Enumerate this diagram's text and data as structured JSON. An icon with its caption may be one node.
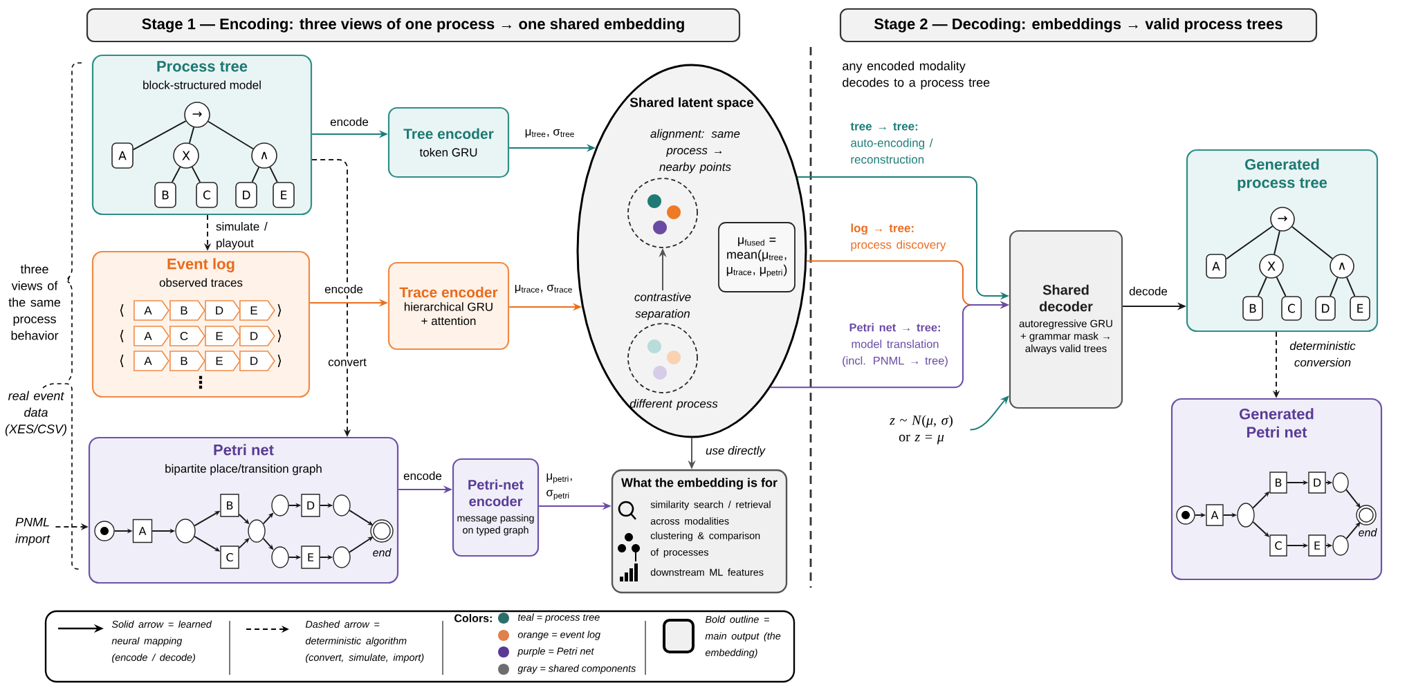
{
  "diagram": {
    "nodes": [
      {
        "text": [
          "Stage 1 — Encoding: three views of one process → one shared embedding"
        ]
      },
      {
        "text": [
          "Process tree",
          "block-structured model"
        ]
      },
      {
        "text": [
          "→"
        ],
        "in": 1
      },
      {
        "text": [
          "A"
        ],
        "in": 1
      },
      {
        "text": [
          "X"
        ],
        "in": 1
      },
      {
        "text": [
          "∧"
        ],
        "in": 1
      },
      {
        "text": [
          "B"
        ],
        "in": 1
      },
      {
        "text": [
          "C"
        ],
        "in": 1
      },
      {
        "text": [
          "D"
        ],
        "in": 1
      },
      {
        "text": [
          "E"
        ],
        "in": 1
      },
      {
        "text": [
          "Tree encoder",
          "token GRU"
        ]
      },
      {
        "text": [
          "Shared latent space"
        ]
      },
      {
        "text": [],
        "shape": "circle",
        "in": 11,
        "beside": [
          "alignment: same process → nearby points"
        ]
      },
      {
        "text": [],
        "shape": "circle",
        "in": 11,
        "beside": [
          "different process"
        ]
      },
      {
        "text": [
          "μ$_{fused}$ = mean(μ$_{tree}$, μ$_{trace}$, μ$_{petri}$)"
        ],
        "in": 11
      },
      {
        "text": [
          "Event log",
          "observed traces"
        ]
      },
      {
        "text": [
          "A"
        ],
        "in": 15
      },
      {
        "text": [
          "B"
        ],
        "in": 15
      },
      {
        "text": [
          "D"
        ],
        "in": 15
      },
      {
        "text": [
          "E"
        ],
        "in": 15
      },
      {
        "text": [
          "A"
        ],
        "in": 15
      },
      {
        "text": [
          "C"
        ],
        "in": 15
      },
      {
        "text": [
          "E"
        ],
        "in": 15
      },
      {
        "text": [
          "D"
        ],
        "in": 15
      },
      {
        "text": [
          "A"
        ],
        "in": 15
      },
      {
        "text": [
          "B"
        ],
        "in": 15
      },
      {
        "text": [
          "E"
        ],
        "in": 15
      },
      {
        "text": [
          "D"
        ],
        "in": 15
      },
      {
        "text": [
          "Trace encoder",
          "hierarchical GRU + attention"
        ]
      },
      {
        "text": [
          "PNML import"
        ]
      },
      {
        "text": [
          "Petri net",
          "bipartite place/transition graph"
        ]
      },
      {
        "text": [],
        "shape": "circle",
        "in": 30
      },
      {
        "text": [
          "A"
        ],
        "in": 30
      },
      {
        "text": [],
        "shape": "circle",
        "in": 30
      },
      {
        "text": [
          "B"
        ],
        "in": 30
      },
      {
        "text": [
          "C"
        ],
        "in": 30
      },
      {
        "text": [],
        "shape": "circle",
        "in": 30
      },
      {
        "text": [],
        "shape": "circle",
        "in": 30
      },
      {
        "text": [
          "D"
        ],
        "in": 30
      },
      {
        "text": [],
        "shape": "circle",
        "in": 30
      },
      {
        "text": [],
        "shape": "circle",
        "in": 30
      },
      {
        "text": [
          "E"
        ],
        "in": 30
      },
      {
        "text": [],
        "shape": "circle",
        "in": 30
      },
      {
        "text": [],
        "shape": "circle",
        "in": 30,
        "beside": [
          "end"
        ]
      },
      {
        "text": [
          "Petri-net encoder",
          "message passing on typed graph"
        ]
      },
      {
        "text": [
          "What the embedding is for",
          "similarity search / retrieval across modalities",
          "clustering & comparison of processes",
          "downstream ML features"
        ]
      },
      {
        "text": [
          "Stage 2 — Decoding: embeddings → valid process trees"
        ]
      },
      {
        "text": [
          "Shared decoder",
          "autoregressive GRU + grammar mask → always valid trees"
        ]
      },
      {
        "text": [
          "Generated process tree"
        ]
      },
      {
        "text": [
          "→"
        ],
        "in": 48
      },
      {
        "text": [
          "A"
        ],
        "in": 48
      },
      {
        "text": [
          "X"
        ],
        "in": 48
      },
      {
        "text": [
          "∧"
        ],
        "in": 48
      },
      {
        "text": [
          "B"
        ],
        "in": 48
      },
      {
        "text": [
          "C"
        ],
        "in": 48
      },
      {
        "text": [
          "D"
        ],
        "in": 48
      },
      {
        "text": [
          "E"
        ],
        "in": 48
      },
      {
        "text": [
          "*z* ~ *N*(*μ*, *σ*)",
          "or *z* = *μ*"
        ]
      },
      {
        "text": [
          "Generated Petri net"
        ]
      },
      {
        "text": [],
        "shape": "circle",
        "in": 58
      },
      {
        "text": [
          "A"
        ],
        "in": 58
      },
      {
        "text": [],
        "shape": "circle",
        "in": 58
      },
      {
        "text": [
          "B"
        ],
        "in": 58
      },
      {
        "text": [
          "D"
        ],
        "in": 58
      },
      {
        "text": [],
        "shape": "circle",
        "in": 58
      },
      {
        "text": [
          "C"
        ],
        "in": 58
      },
      {
        "text": [
          "E"
        ],
        "in": 58
      },
      {
        "text": [],
        "shape": "circle",
        "in": 58
      },
      {
        "text": [],
        "shape": "circle",
        "in": 58,
        "beside": [
          "end"
        ]
      }
    ],
    "edges": [
      {
        "from": 1,
        "to": 10,
        "arrow": "to",
        "label": "encode",
        "color": "#1d7d78"
      },
      {
        "from": 10,
        "to": 11,
        "arrow": "to",
        "label": "μ$_{tree}$, σ$_{tree}$",
        "color": "#1d7d78"
      },
      {
        "from": 1,
        "to": 15,
        "arrow": "to",
        "label": "simulate / playout",
        "style": "dashed"
      },
      {
        "from": 1,
        "to": 30,
        "arrow": "to",
        "label": "convert",
        "style": "dashed"
      },
      {
        "from": 15,
        "to": 28,
        "arrow": "to",
        "label": "encode",
        "color": "#ea6d1e"
      },
      {
        "from": 28,
        "to": 11,
        "arrow": "to",
        "label": "μ$_{trace}$, σ$_{trace}$",
        "color": "#ea6d1e"
      },
      {
        "from": 29,
        "to": 30,
        "arrow": "to",
        "style": "dashed"
      },
      {
        "from": 30,
        "to": 44,
        "arrow": "to",
        "label": "encode",
        "color": "#6a4aa6"
      },
      {
        "from": 44,
        "to": 45,
        "arrow": "to",
        "label": "μ$_{petri}$, σ$_{petri}$",
        "color": "#6a4aa6"
      },
      {
        "from": 11,
        "to": 45,
        "arrow": "to",
        "label": "use directly",
        "color": "#555555"
      },
      {
        "from": 12,
        "to": 13,
        "arrow": "both",
        "label": "contrastive separation",
        "color": "#555555"
      },
      {
        "from": 11,
        "to": 47,
        "arrow": "to",
        "label": "**tree → tree:** auto-encoding / reconstruction",
        "color": "#1d7d78"
      },
      {
        "from": 11,
        "to": 47,
        "arrow": "to",
        "label": "**log → tree:** process discovery",
        "color": "#ea6d1e"
      },
      {
        "from": 11,
        "to": 47,
        "arrow": "to",
        "label": "**Petri net → tree:** model translation (incl. PNML → tree)",
        "color": "#6a4aa6"
      },
      {
        "from": 57,
        "to": 47,
        "arrow": "to",
        "color": "#1d7d78"
      },
      {
        "from": 47,
        "to": 48,
        "arrow": "to",
        "label": "decode"
      },
      {
        "from": 48,
        "to": 58,
        "arrow": "to",
        "label": "deterministic conversion",
        "style": "dashed"
      },
      {
        "from": 2,
        "to": 3,
        "arrow": "none"
      },
      {
        "from": 2,
        "to": 4,
        "arrow": "none"
      },
      {
        "from": 2,
        "to": 5,
        "arrow": "none"
      },
      {
        "from": 4,
        "to": 6,
        "arrow": "none"
      },
      {
        "from": 4,
        "to": 7,
        "arrow": "none"
      },
      {
        "from": 5,
        "to": 8,
        "arrow": "none"
      },
      {
        "from": 5,
        "to": 9,
        "arrow": "none"
      },
      {
        "from": 31,
        "to": 32,
        "arrow": "to"
      },
      {
        "from": 32,
        "to": 33,
        "arrow": "to"
      },
      {
        "from": 33,
        "to": 34,
        "arrow": "to"
      },
      {
        "from": 33,
        "to": 35,
        "arrow": "to"
      },
      {
        "from": 34,
        "to": 36,
        "arrow": "to"
      },
      {
        "from": 35,
        "to": 36,
        "arrow": "to"
      },
      {
        "from": 36,
        "to": 37,
        "arrow": "to"
      },
      {
        "from": 36,
        "to": 40,
        "arrow": "to"
      },
      {
        "from": 37,
        "to": 38,
        "arrow": "to"
      },
      {
        "from": 38,
        "to": 39,
        "arrow": "to"
      },
      {
        "from": 39,
        "to": 43,
        "arrow": "to"
      },
      {
        "from": 40,
        "to": 41,
        "arrow": "to"
      },
      {
        "from": 41,
        "to": 42,
        "arrow": "to"
      },
      {
        "from": 42,
        "to": 43,
        "arrow": "to"
      },
      {
        "from": 49,
        "to": 50,
        "arrow": "none"
      },
      {
        "from": 49,
        "to": 51,
        "arrow": "none"
      },
      {
        "from": 49,
        "to": 52,
        "arrow": "none"
      },
      {
        "from": 51,
        "to": 53,
        "arrow": "none"
      },
      {
        "from": 51,
        "to": 54,
        "arrow": "none"
      },
      {
        "from": 52,
        "to": 55,
        "arrow": "none"
      },
      {
        "from": 52,
        "to": 56,
        "arrow": "none"
      },
      {
        "from": 59,
        "to": 60,
        "arrow": "to"
      },
      {
        "from": 60,
        "to": 61,
        "arrow": "to"
      },
      {
        "from": 61,
        "to": 62,
        "arrow": "to"
      },
      {
        "from": 62,
        "to": 63,
        "arrow": "to"
      },
      {
        "from": 63,
        "to": 64,
        "arrow": "to"
      },
      {
        "from": 64,
        "to": 68,
        "arrow": "to"
      },
      {
        "from": 61,
        "to": 65,
        "arrow": "to"
      },
      {
        "from": 65,
        "to": 66,
        "arrow": "to"
      },
      {
        "from": 66,
        "to": 67,
        "arrow": "to"
      },
      {
        "from": 67,
        "to": 68,
        "arrow": "to"
      }
    ],
    "labels": [
      "three views of the same process behavior",
      "⟨",
      "⟩",
      "⟨",
      "⟩",
      "⟨",
      "⟩",
      "⋮",
      "real event data (XES/CSV)",
      "any encoded modality decodes to a process tree",
      "Colors:"
    ],
    "legend": [
      {
        "text": "Solid arrow = learned neural mapping (encode / decode)"
      },
      {
        "text": "Dashed arrow = deterministic algorithm (convert, simulate, import)"
      },
      {
        "text": "teal = process tree",
        "color": "#2a6f6b"
      },
      {
        "text": "orange = event log",
        "color": "#e0804a"
      },
      {
        "text": "purple = Petri net",
        "color": "#5a3a96"
      },
      {
        "text": "gray = shared components",
        "color": "#6e6e6e"
      },
      {
        "text": "Bold outline = main output (the embedding)"
      }
    ]
  }
}
